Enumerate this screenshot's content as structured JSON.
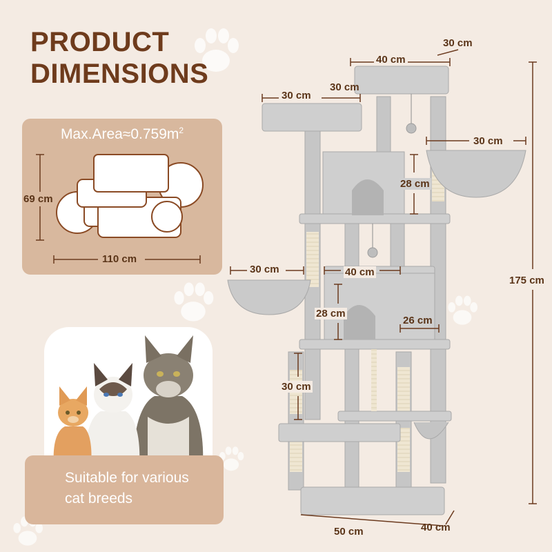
{
  "title": {
    "line1": "PRODUCT",
    "line2": "DIMENSIONS"
  },
  "area_card": {
    "label_prefix": "Max.Area≈0.759m",
    "label_sup": "2",
    "height_label": "69 cm",
    "width_label": "110 cm"
  },
  "suitable_card": {
    "line1": "Suitable for various",
    "line2": "cat breeds"
  },
  "dimensions": {
    "top_platform_width": "40 cm",
    "top_platform_depth": "30 cm",
    "left_perch_width": "30 cm",
    "left_perch_depth": "30 cm",
    "right_basket": "30 cm",
    "upper_condo_height": "28 cm",
    "overall_height": "175 cm",
    "left_basket": "30 cm",
    "middle_platform": "40 cm",
    "lower_condo_height": "28 cm",
    "lower_condo_width": "26 cm",
    "post_height": "30 cm",
    "base_width": "50 cm",
    "base_depth": "40 cm"
  },
  "colors": {
    "background": "#f4ebe3",
    "title": "#6e3b1c",
    "card": "#d8b89e",
    "plush": "#c9c9c9",
    "sisal": "#efe6d2"
  }
}
